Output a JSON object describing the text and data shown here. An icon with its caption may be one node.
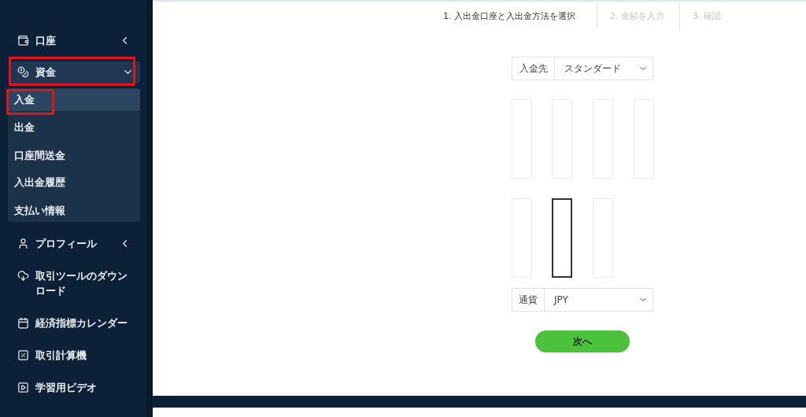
{
  "diagram": {
    "nodes": [
      {
        "text": [],
        "shape": "box"
      },
      {
        "text": [],
        "shape": "box"
      },
      {
        "text": [],
        "shape": "box"
      },
      {
        "text": [],
        "shape": "box"
      },
      {
        "text": [],
        "shape": "box"
      },
      {
        "text": [],
        "shape": "box"
      },
      {
        "text": [],
        "shape": "box"
      }
    ],
    "labels": [
      "口座",
      "資金",
      "入金",
      "出金",
      "口座間送金",
      "入出金履歴",
      "支払い情報",
      "プロフィール",
      "取引ツールのダウンロード",
      "経済指標カレンダー",
      "取引計算機",
      "学習用ビデオ",
      "1. 入出金口座と入出金方法を選択",
      "2. 金額を入力",
      "3. 確認",
      "入金先",
      "スタンダード",
      "通貨",
      "JPY",
      "次へ"
    ]
  }
}
